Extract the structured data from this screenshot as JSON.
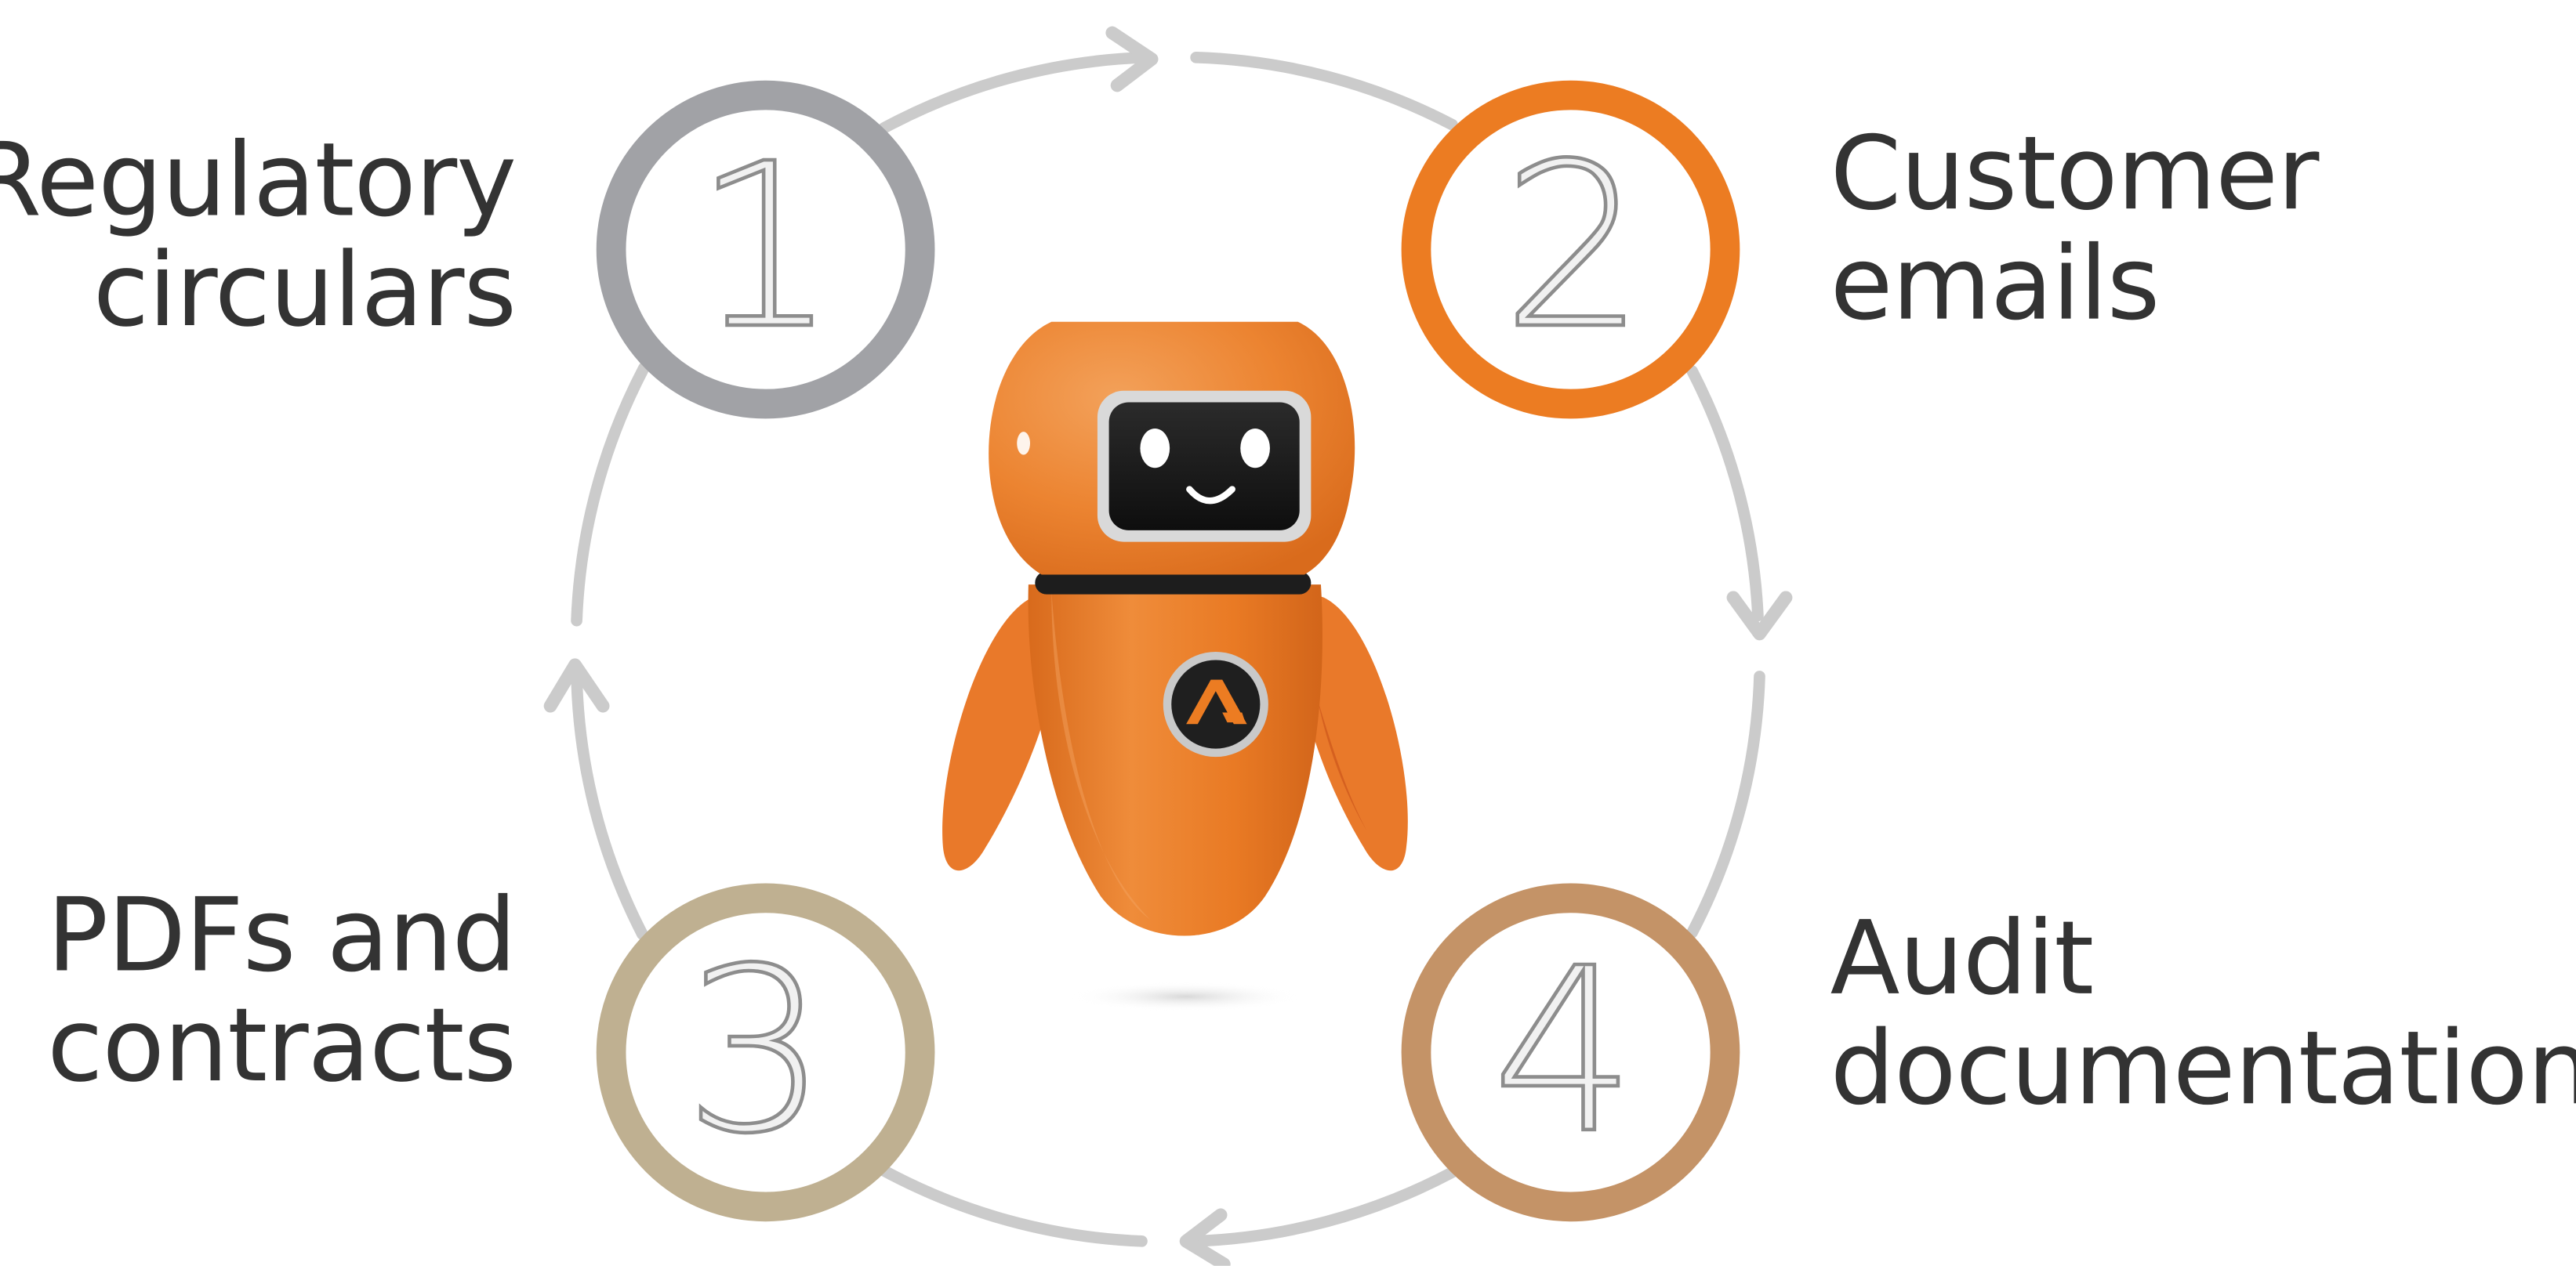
{
  "colors": {
    "step_1_ring": "#a1a2a6",
    "step_2_ring": "#ec7c22",
    "step_3_ring": "#bfb091",
    "step_4_ring": "#c49367",
    "cycle_arrow": "#cbcbcb",
    "label_text": "#333333",
    "robot_body": "#ea7e28"
  },
  "steps": [
    {
      "number": "1",
      "line1": "Regulatory",
      "line2": "circulars"
    },
    {
      "number": "2",
      "line1": "Customer",
      "line2": "emails"
    },
    {
      "number": "3",
      "line1": "PDFs and",
      "line2": "contracts"
    },
    {
      "number": "4",
      "line1": "Audit",
      "line2": "documentation"
    }
  ],
  "mascot": {
    "icon": "robot-mascot-icon",
    "badge_icon": "stylized-a-logo-icon"
  }
}
